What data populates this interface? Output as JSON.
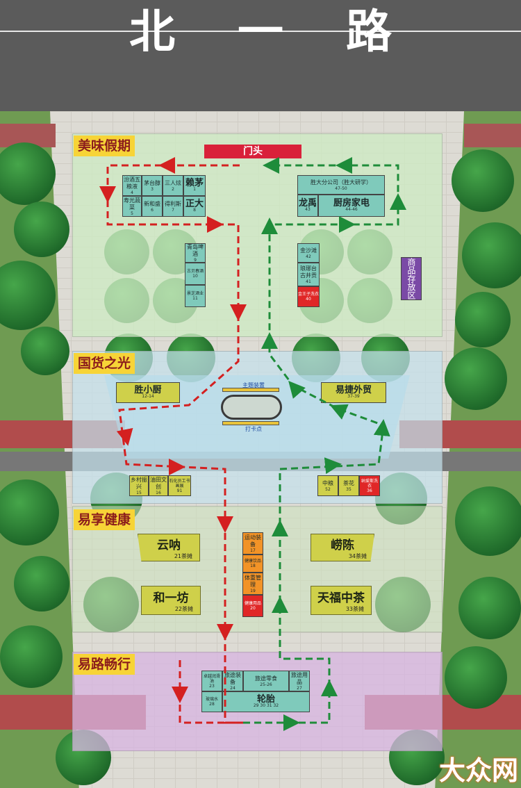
{
  "road": {
    "chars": [
      "北",
      "一",
      "路"
    ]
  },
  "zones": {
    "z1": "美味假期",
    "z2": "国货之光",
    "z3": "易享健康",
    "z4": "易路畅行"
  },
  "gate": "门头",
  "z1": {
    "b_fenjiu": "汾酒五粮液",
    "b_fenjiu_n": "4",
    "b_maotai": "茅台醇",
    "b_maotai_n": "3",
    "b_sanren": "三人炫",
    "b_sanren_n": "2",
    "b_laimao": "赖茅",
    "b_laimao_n": "1",
    "b_shouguang": "寿光蔬菜",
    "b_shouguang_n": "5",
    "b_xinhe": "新和盛",
    "b_xinhe_n": "6",
    "b_deli": "得利斯",
    "b_deli_n": "7",
    "b_zhengda": "正大",
    "b_zhengda_n": "8",
    "b_shengda": "胜大分公司（胜大研学）",
    "b_shengda_n": "47-50",
    "b_longyu": "龙禹",
    "b_longyu_n": "43",
    "b_chufang": "厨房家电",
    "b_chufang_n": "44-46",
    "b_qingdao": "青岛啤酒",
    "b_qingdao_n": "9",
    "b_gubei": "古贝春酒",
    "b_gubei_n": "10",
    "b_jingzhi": "景芝酒业",
    "b_jingzhi_n": "11",
    "b_jinshatan": "金沙滩",
    "b_jinshatan_n": "42",
    "b_langya": "琅琊台古井贡",
    "b_langya_n": "41",
    "b_jinwangzi": "金王子洗衣",
    "b_jinwangzi_n": "40",
    "storage": "商品存放区"
  },
  "z2": {
    "b_shengxiaochu": "胜小厨",
    "b_shengxiaochu_n": "12-14",
    "b_yijie": "易捷外贸",
    "b_yijie_n": "37-39",
    "theme": "主题装置",
    "photo": "打卡点",
    "b_xiangcun": "乡村振兴",
    "b_xiangcun_n": "15",
    "b_youtian": "油田文创",
    "b_youtian_n": "16",
    "b_shihua": "石化员工书画展",
    "b_shihua_n": "91",
    "b_zhongliang": "中粮",
    "b_zhongliang_n": "52",
    "b_chahua": "茶花",
    "b_chahua_n": "35",
    "b_nalan": "纳爱斯洗衣",
    "b_nalan_n": "36"
  },
  "z3": {
    "yunna": "云呐",
    "yunna_n": "21茶摊",
    "laochen": "崂陈",
    "laochen_n": "34茶摊",
    "heyifang": "和一坊",
    "heyifang_n": "22茶摊",
    "tianfu": "天福中茶",
    "tianfu_n": "33茶摊",
    "yundong": "运动装备",
    "yundong_n": "17",
    "jiankang": "健康饮品",
    "jiankang_n": "18",
    "tizhong": "体重管理",
    "tizhong_n": "19",
    "red20": "健康用品",
    "red20_n": "20"
  },
  "z4": {
    "b_tl1": "卓越润滑油",
    "b_tl1_n": "23",
    "b_lvtu_zb": "旅途装备",
    "b_lvtu_zb_n": "24",
    "b_lvtu_ls": "旅途零食",
    "b_lvtu_ls_n": "25-26",
    "b_lvtu_yp": "旅途用品",
    "b_lvtu_yp_n": "27",
    "b_bl": "玻璃水",
    "b_bl_n": "28",
    "b_tire": "轮胎",
    "b_tire_n": "29 30 31 32"
  },
  "logo": "大众网",
  "colors": {
    "red_path": "#d42020",
    "green_path": "#1e8c3a",
    "zone_label_bg": "#f7d437"
  }
}
